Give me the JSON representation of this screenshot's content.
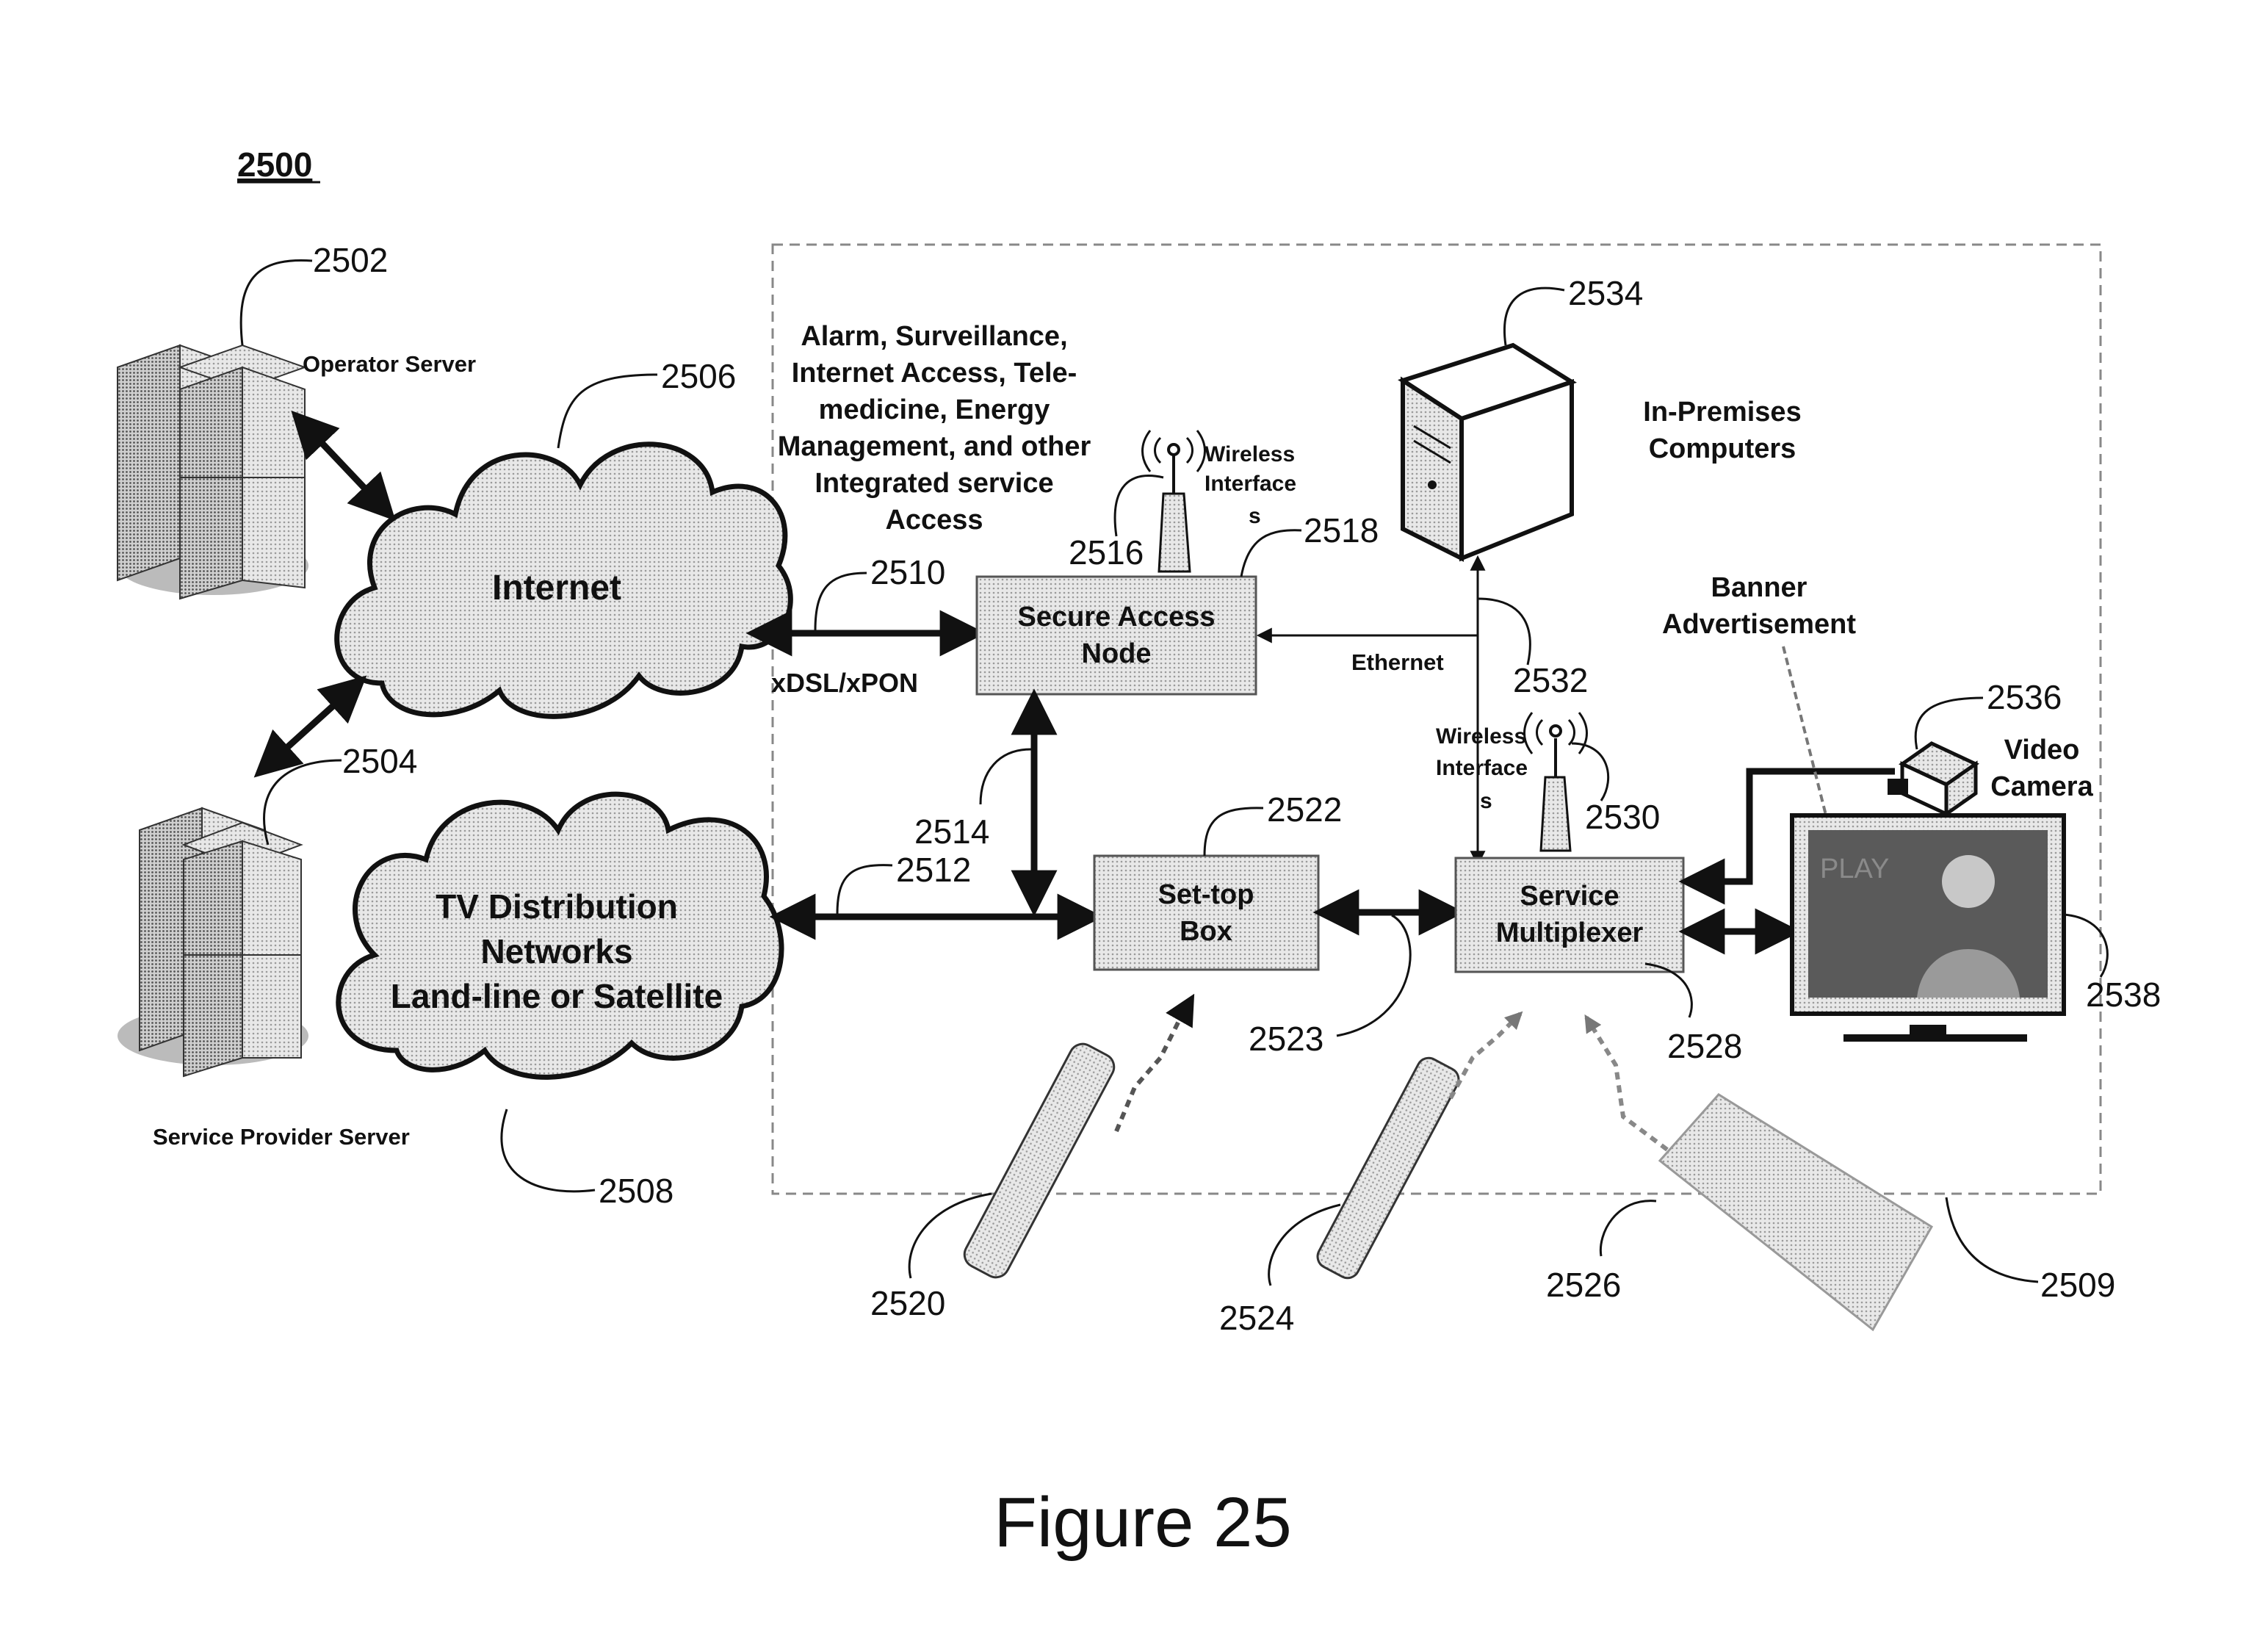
{
  "figure": {
    "number_label": "2500",
    "caption": "Figure 25"
  },
  "refs": {
    "operator_server": "2502",
    "service_provider_server": "2504",
    "internet": "2506",
    "tv_networks": "2508",
    "premises_boundary": "2509",
    "dsl_link": "2510",
    "tv_link": "2512",
    "san_stb_link": "2514",
    "san_antenna": "2516",
    "secure_access_node": "2518",
    "remote_1": "2520",
    "set_top_box": "2522",
    "stb_mux_link": "2523",
    "remote_2": "2524",
    "keyboard": "2526",
    "service_multiplexer": "2528",
    "mux_antenna": "2530",
    "ethernet_link": "2532",
    "computers": "2534",
    "video_camera": "2536",
    "tv_display": "2538"
  },
  "labels": {
    "operator_server": "Operator Server",
    "service_provider_server": "Service Provider Server",
    "internet": "Internet",
    "tv_networks": [
      "TV Distribution",
      "Networks",
      "Land-line or Satellite"
    ],
    "services": [
      "Alarm, Surveillance,",
      "Internet Access, Tele-",
      "medicine, Energy",
      "Management, and other",
      "Integrated service",
      "Access"
    ],
    "secure_access_node": [
      "Secure Access",
      "Node"
    ],
    "set_top_box": [
      "Set-top",
      "Box"
    ],
    "service_multiplexer": [
      "Service",
      "Multiplexer"
    ],
    "xdsl": "xDSL/xPON",
    "ethernet": "Ethernet",
    "wireless_san": [
      "Wireless",
      "Interface",
      "s"
    ],
    "wireless_mux": [
      "Wireless",
      "Interface",
      "s"
    ],
    "computers": [
      "In-Premises",
      "Computers"
    ],
    "banner": [
      "Banner",
      "Advertisement"
    ],
    "video_camera": [
      "Video",
      "Camera"
    ],
    "tv_screen_text": "PLAY"
  },
  "colors": {
    "ink": "#111111",
    "box_fill": "#dcdcdc",
    "cloud_fill": "#e4e4e4",
    "boundary": "#888888",
    "screen": "#5a5a5a"
  }
}
